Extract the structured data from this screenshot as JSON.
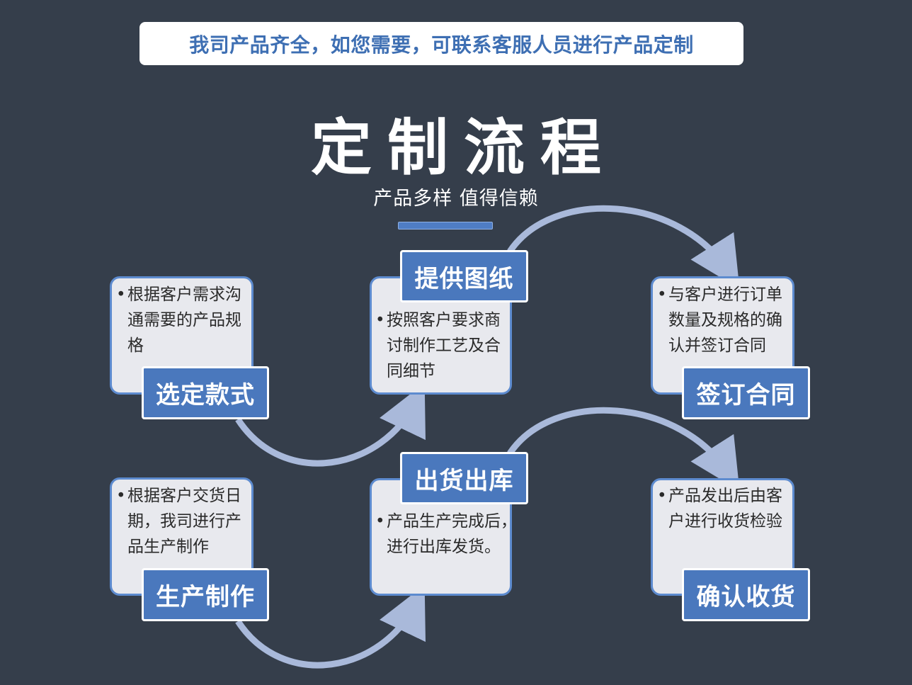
{
  "banner": "我司产品齐全，如您需要，可联系客服人员进行产品定制",
  "title": "定制流程",
  "subtitle": "产品多样  值得信赖",
  "steps": [
    {
      "label": "选定款式",
      "line1": "根据客户需求沟",
      "line2": "通需要的产品规",
      "line3": "格"
    },
    {
      "label": "提供图纸",
      "line1": "按照客户要求商",
      "line2": "讨制作工艺及合",
      "line3": "同细节"
    },
    {
      "label": "签订合同",
      "line1": "与客户进行订单",
      "line2": "数量及规格的确",
      "line3": "认并签订合同"
    },
    {
      "label": "生产制作",
      "line1": "根据客户交货日",
      "line2": "期，我司进行产",
      "line3": "品生产制作"
    },
    {
      "label": "出货出库",
      "line1": "产品生产完成后，",
      "line2": "进行出库发货。",
      "line3": ""
    },
    {
      "label": "确认收货",
      "line1": "产品发出后由客",
      "line2": "户进行收货检验",
      "line3": ""
    }
  ],
  "colors": {
    "background": "#353e4b",
    "accent": "#4a78bd",
    "card": "#e8e9ee",
    "arrow": "#a9b9da",
    "banner_text": "#3e6fb3"
  }
}
